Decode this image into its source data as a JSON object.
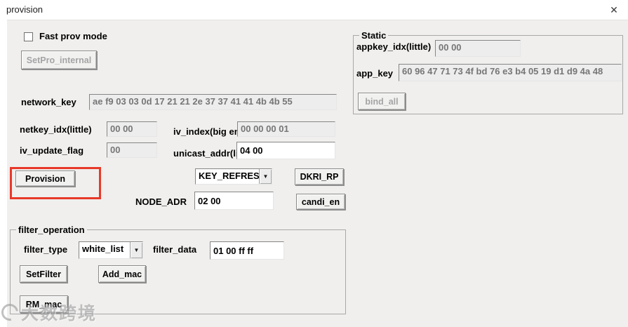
{
  "window": {
    "title": "provision",
    "close_glyph": "✕"
  },
  "fast_prov": {
    "label": "Fast prov mode",
    "checked": false
  },
  "buttons": {
    "setpro_internal": "SetPro_internal",
    "provision": "Provision",
    "dkri_rp": "DKRI_RP",
    "candi_en": "candi_en",
    "bind_all": "bind_all",
    "set_filter": "SetFilter",
    "add_mac": "Add_mac",
    "rm_mac": "RM_mac"
  },
  "fields": {
    "network_key": {
      "label": "network_key",
      "value": "ae f9 03 03 0d 17 21 21 2e 37 37 41 41 4b 4b 55"
    },
    "netkey_idx": {
      "label": "netkey_idx(little)",
      "value": "00 00"
    },
    "iv_index": {
      "label": "iv_index(big end)",
      "value": "00 00 00 01"
    },
    "iv_update_flag": {
      "label": "iv_update_flag",
      "value": "00"
    },
    "unicast_addr": {
      "label": "unicast_addr(little)",
      "value": "04 00"
    },
    "node_adr": {
      "label": "NODE_ADR",
      "value": "02 00"
    }
  },
  "dropdowns": {
    "key_refresh": {
      "value": "KEY_REFRESH",
      "arrow_glyph": "▼"
    },
    "filter_type": {
      "label": "filter_type",
      "value": "white_list",
      "arrow_glyph": "▼"
    }
  },
  "static_group": {
    "title": "Static",
    "appkey_idx": {
      "label": "appkey_idx(little)",
      "value": "00 00"
    },
    "app_key": {
      "label": "app_key",
      "value": "60 96 47 71 73 4f bd 76 e3 b4 05 19 d1 d9 4a 48"
    }
  },
  "filter_group": {
    "title": "filter_operation",
    "filter_data": {
      "label": "filter_data",
      "value": "01 00 ff ff"
    }
  },
  "watermark": {
    "text": "大数跨境"
  },
  "colors": {
    "panel_bg": "#f0efed",
    "annotation_red": "#e8392a",
    "readonly_field_bg": "#ededed",
    "readonly_text": "#767676"
  }
}
